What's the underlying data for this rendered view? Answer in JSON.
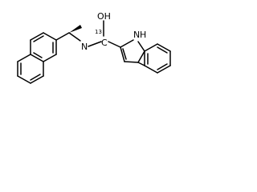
{
  "molecule": {
    "atoms": {
      "hydroxyl": "OH",
      "isotope_label": "13",
      "amide_carbon": "C",
      "amide_nitrogen": "N",
      "indole_nh": "N",
      "indole_h": "H"
    }
  },
  "colors": {
    "bond": "#000000",
    "text": "#000000",
    "background": "#ffffff"
  }
}
